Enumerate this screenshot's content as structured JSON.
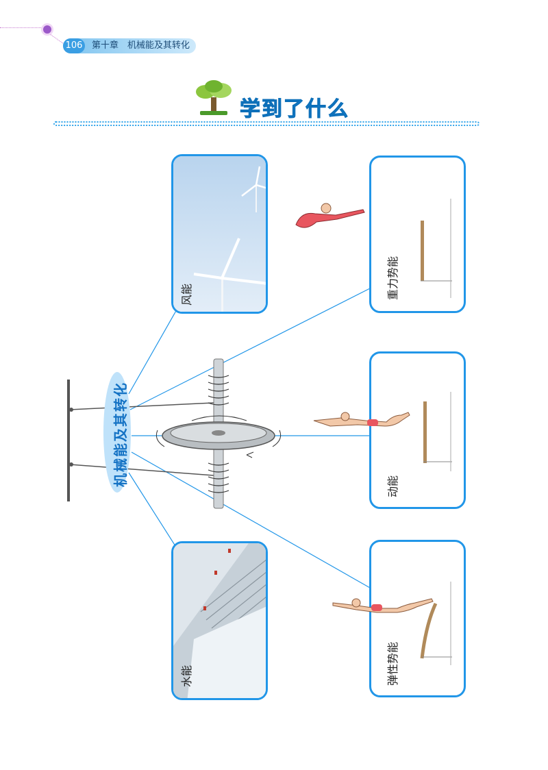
{
  "header": {
    "page_number": "106",
    "chapter": "第十章　机械能及其转化"
  },
  "section_title": "学到了什么",
  "center_topic": "机械能及其转化",
  "cards": {
    "wind": "风能",
    "water": "水能",
    "gravitational": "重力势能",
    "kinetic": "动能",
    "elastic": "弹性势能"
  },
  "colors": {
    "accent": "#2196e8",
    "title": "#1b8ce0",
    "oval": "#bfe2fa"
  }
}
